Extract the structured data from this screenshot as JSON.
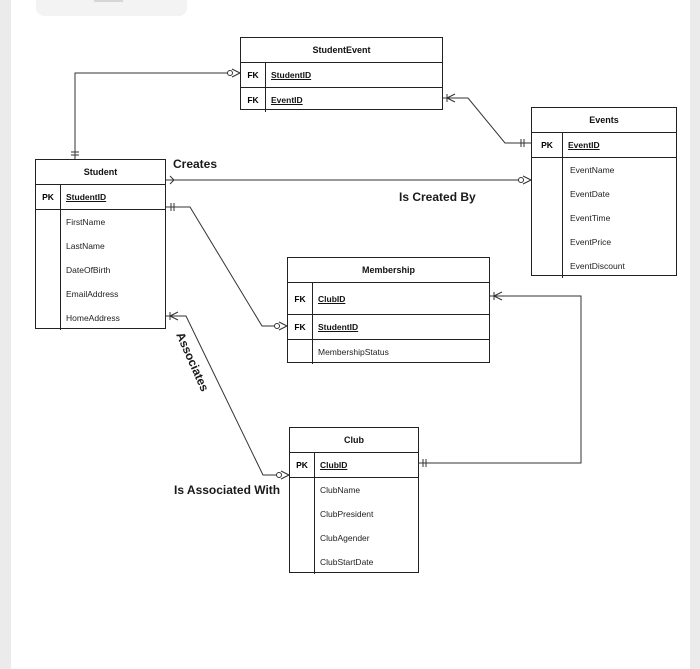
{
  "entities": {
    "student_event": {
      "title": "StudentEvent",
      "keys": [
        {
          "k": "FK",
          "name": "StudentID"
        },
        {
          "k": "FK",
          "name": "EventID"
        }
      ],
      "attrs": []
    },
    "events": {
      "title": "Events",
      "keys": [
        {
          "k": "PK",
          "name": "EventID"
        }
      ],
      "attrs": [
        "EventName",
        "EventDate",
        "EventTime",
        "EventPrice",
        "EventDiscount"
      ]
    },
    "student": {
      "title": "Student",
      "keys": [
        {
          "k": "PK",
          "name": "StudentID"
        }
      ],
      "attrs": [
        "FirstName",
        "LastName",
        "DateOfBirth",
        "EmailAddress",
        "HomeAddress"
      ]
    },
    "membership": {
      "title": "Membership",
      "keys": [
        {
          "k": "FK",
          "name": "ClubID"
        },
        {
          "k": "FK",
          "name": "StudentID"
        }
      ],
      "attrs": [
        "MembershipStatus"
      ]
    },
    "club": {
      "title": "Club",
      "keys": [
        {
          "k": "PK",
          "name": "ClubID"
        }
      ],
      "attrs": [
        "ClubName",
        "ClubPresident",
        "ClubAgender",
        "ClubStartDate"
      ]
    }
  },
  "relationship_labels": {
    "creates": "Creates",
    "is_created_by": "Is Created By",
    "associates": "Associates",
    "is_associated_with": "Is Associated With"
  }
}
